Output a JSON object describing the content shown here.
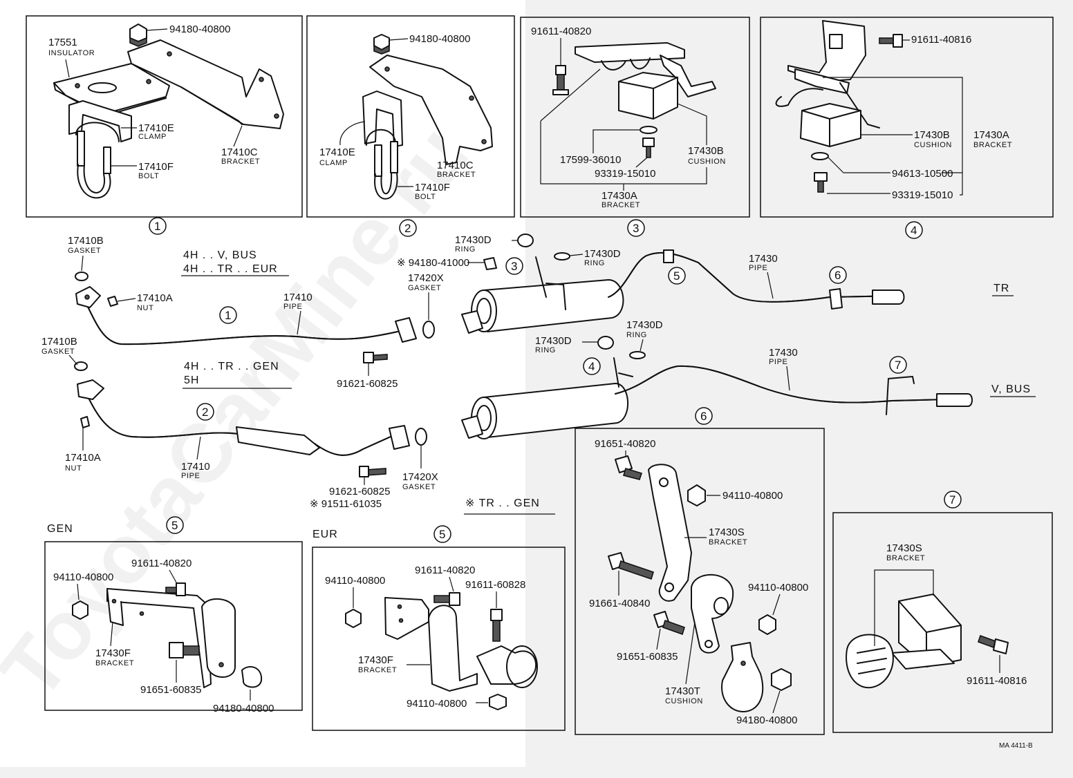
{
  "watermark": "ToyotaCarMine.ru",
  "drawing_code": "MA 4411-B",
  "notes": {
    "v_bus": "4H . . V, BUS",
    "tr_eur": "4H . . TR . . EUR",
    "tr_gen": "4H . . TR . . GEN",
    "five_h": "5H",
    "tr_gen_note": "※ TR . . GEN",
    "tr": "TR",
    "vbus": "V, BUS",
    "gen": "GEN",
    "eur": "EUR"
  },
  "callouts": [
    "1",
    "2",
    "3",
    "4",
    "5",
    "6",
    "7"
  ],
  "labels": {
    "insulator_no": "17551",
    "insulator": "INSULATOR",
    "clamp_e": "17410E",
    "clamp": "CLAMP",
    "bolt_f": "17410F",
    "bolt": "BOLT",
    "bracket_c": "17410C",
    "bracket": "BRACKET",
    "nut_94180_40800": "94180-40800",
    "bolt_91611_40820": "91611-40820",
    "bolt_91611_40816": "91611-40816",
    "washer_17599_36010": "17599-36010",
    "bolt_93319_15010": "93319-15010",
    "cushion_b": "17430B",
    "cushion": "CUSHION",
    "bracket_a": "17430A",
    "washer_94613_10500": "94613-10500",
    "gasket_b": "17410B",
    "gasket": "GASKET",
    "nut_a": "17410A",
    "nut": "NUT",
    "pipe_17410": "17410",
    "pipe": "PIPE",
    "gasket_x": "17420X",
    "ring_d": "17430D",
    "ring": "RING",
    "nut_94180_41000": "※ 94180-41000",
    "pipe_17430": "17430",
    "bolt_91621_60825": "91621-60825",
    "bolt_91511_61035": "※ 91511-61035",
    "nut_94110_40800": "94110-40800",
    "bracket_f": "17430F",
    "bolt_91651_60835": "91651-60835",
    "bolt_91611_60828": "91611-60828",
    "bolt_91651_40820": "91651-40820",
    "bracket_s": "17430S",
    "bolt_91661_40840": "91661-40840",
    "cushion_t": "17430T"
  }
}
